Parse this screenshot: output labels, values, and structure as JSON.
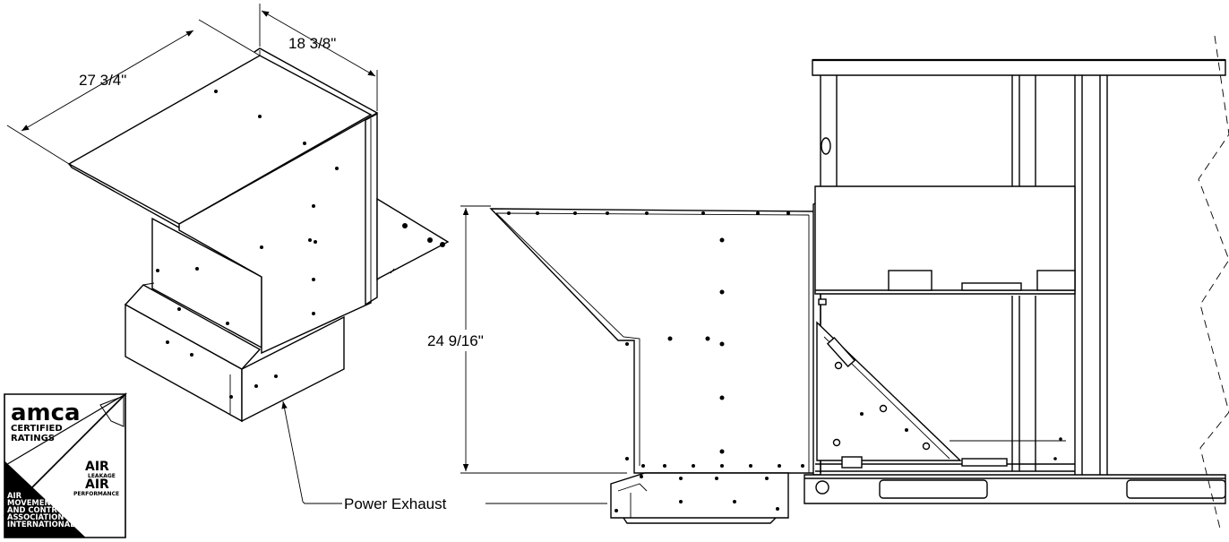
{
  "dimensions": {
    "width": "27 3/4\"",
    "depth": "18 3/8\"",
    "height": "24 9/16\""
  },
  "callout": {
    "label": "Power Exhaust"
  },
  "logo": {
    "brand": "amca",
    "certified": "CERTIFIED",
    "ratings": "RATINGS",
    "air1": "AIR",
    "leakage": "LEAKAGE",
    "air2": "AIR",
    "performance": "PERFORMANCE",
    "assoc1": "AIR",
    "assoc2": "MOVEMENT",
    "assoc3": "AND CONTROL",
    "assoc4": "ASSOCIATION",
    "assoc5": "INTERNATIONAL INC."
  }
}
